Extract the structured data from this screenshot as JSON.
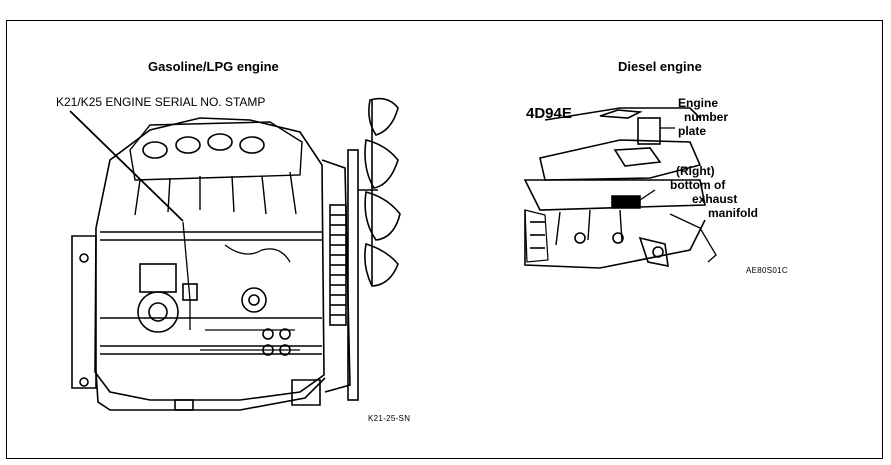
{
  "gasoline": {
    "title": "Gasoline/LPG engine",
    "stamp_label": "K21/K25 ENGINE SERIAL NO. STAMP",
    "figure_code": "K21-25-SN"
  },
  "diesel": {
    "title": "Diesel engine",
    "model_label": "4D94E",
    "plate_label_lines": [
      "Engine",
      "number",
      "plate"
    ],
    "location_label_lines": [
      "(Right)",
      "bottom of",
      "exhaust",
      "manifold"
    ],
    "figure_code": "AE80S01C"
  }
}
